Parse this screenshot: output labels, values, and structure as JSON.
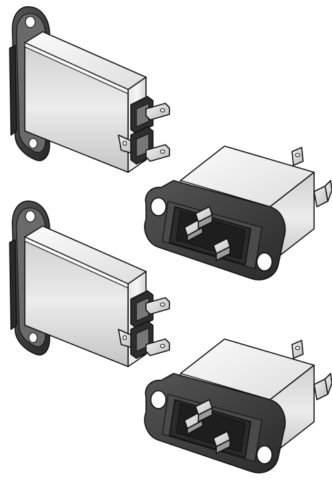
{
  "scene": {
    "description_free": true,
    "background": "#ffffff",
    "colors": {
      "body_light": "#f1f1f1",
      "body_mid": "#dcdcdc",
      "body_dark": "#b9b9b9",
      "flange": "#3a3a3a",
      "flange_edge": "#5a5a5a",
      "terminal": "#d9d9d9",
      "outline": "#111111"
    }
  },
  "objects": [
    {
      "id": "side-unit-top",
      "view": "rear-side"
    },
    {
      "id": "front-unit-top",
      "view": "front-socket"
    },
    {
      "id": "side-unit-bottom",
      "view": "rear-side"
    },
    {
      "id": "front-unit-bottom",
      "view": "front-socket"
    }
  ]
}
